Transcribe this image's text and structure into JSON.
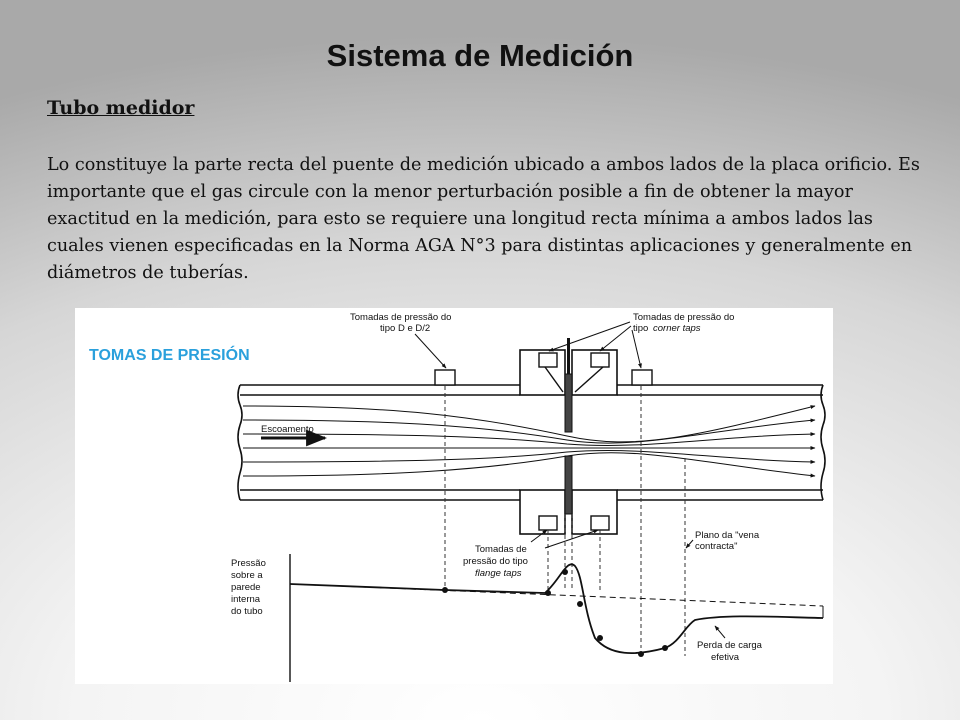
{
  "title": "Sistema de Medición",
  "subtitle": "Tubo medidor",
  "paragraph": "Lo constituye la parte recta del puente de medición ubicado a ambos lados de la placa orificio. Es importante que el gas circule con la menor perturbación posible a fin de obtener la mayor exactitud en la medición, para esto se requiere una longitud recta mínima a ambos lados las cuales vienen especificadas en la Norma AGA N°3 para distintas aplicaciones y generalmente en diámetros de tuberías.",
  "figure": {
    "heading": "TOMAS DE PRESIÓN",
    "heading_color": "#2aa0dc",
    "label_d_d2": [
      "Tomadas de pressão do",
      "tipo D e D/2"
    ],
    "label_corner": [
      "Tomadas de pressão do",
      "tipo",
      "corner taps"
    ],
    "label_flow": "Escoamento",
    "label_flange": [
      "Tomadas de",
      "pressão do tipo",
      "flange taps"
    ],
    "label_vena": [
      "Plano da \"vena",
      "contracta\""
    ],
    "label_pressure": [
      "Pressão",
      "sobre a",
      "parede",
      "interna",
      "do tubo"
    ],
    "label_loss": [
      "Perda de carga",
      "efetiva"
    ]
  }
}
